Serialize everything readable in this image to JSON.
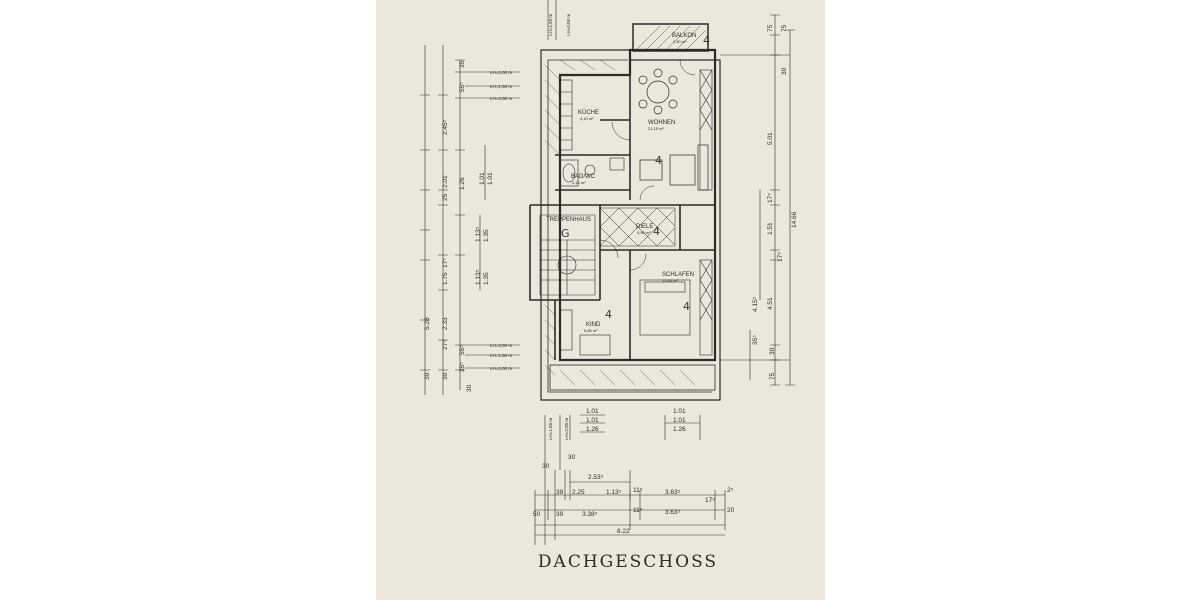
{
  "title": "DACHGESCHOSS",
  "colors": {
    "paper": "#ece7db",
    "ink": "#2a2a2a",
    "background": "#ffffff"
  },
  "rooms": {
    "balkon": {
      "label": "BALKON",
      "area": "2,50 m²",
      "mark": "4"
    },
    "kueche": {
      "label": "KÜCHE",
      "area": "4,10 m²"
    },
    "wohnen": {
      "label": "WOHNEN",
      "area": "21,15 m²",
      "mark": "4"
    },
    "bad": {
      "label": "BAD/WC",
      "area": "4,15 m²"
    },
    "treppenhaus": {
      "label": "TREPPENHAUS",
      "mark": "G"
    },
    "diele": {
      "label": "DIELE",
      "area": "4,96 m²",
      "mark": "4"
    },
    "schlafen": {
      "label": "SCHLAFEN",
      "area": "15,86 m²",
      "mark": "4"
    },
    "kind": {
      "label": "KIND",
      "area": "8,85 m²",
      "mark": "4"
    }
  },
  "top_lh": [
    "LH=1,50 m",
    "LH=0,00 m"
  ],
  "left_inner_dims": [
    "2.45⁵",
    "25",
    "2.01",
    "1.75",
    "17⁵",
    "2.33",
    "27⁵",
    "30"
  ],
  "left_outer_dims": [
    "5.28",
    "30"
  ],
  "left_small_dims": [
    "35",
    "55⁵",
    "1.26",
    "1.01",
    "1.01",
    "1.13⁵",
    "1.35",
    "1.13⁵",
    "1.35",
    "55⁵",
    "35⁵",
    "30"
  ],
  "left_lh_top": [
    "LH=1,00 m",
    "LH=1,50 m",
    "LH=2,00 m"
  ],
  "left_lh_bottom": [
    "LH=2,00 m",
    "LH=1,50 m",
    "LH=1,00 m"
  ],
  "right_dims": [
    "75",
    "75",
    "30",
    "5.01",
    "17⁵",
    "1.51",
    "17⁵",
    "4.15⁵",
    "4.51",
    "35⁵",
    "30",
    "75"
  ],
  "right_total": "14.66",
  "window_dims_left": [
    "1.01",
    "1.01",
    "1.26"
  ],
  "window_dims_right": [
    "1.01",
    "1.01",
    "1.26"
  ],
  "window_lh": [
    "LH=1,80 m",
    "LH=2,00 m"
  ],
  "bottom_dims": {
    "top_small": [
      "30",
      "30"
    ],
    "row1": [
      "2.53⁵"
    ],
    "row2": [
      "39",
      "2.25",
      "1.13⁵",
      "11⁵",
      "3.63⁵",
      "17⁵",
      "2⁵"
    ],
    "row3": [
      "50",
      "39",
      "3.38⁵",
      "11⁵",
      "3.63⁵",
      "20"
    ],
    "total": "8.22"
  }
}
